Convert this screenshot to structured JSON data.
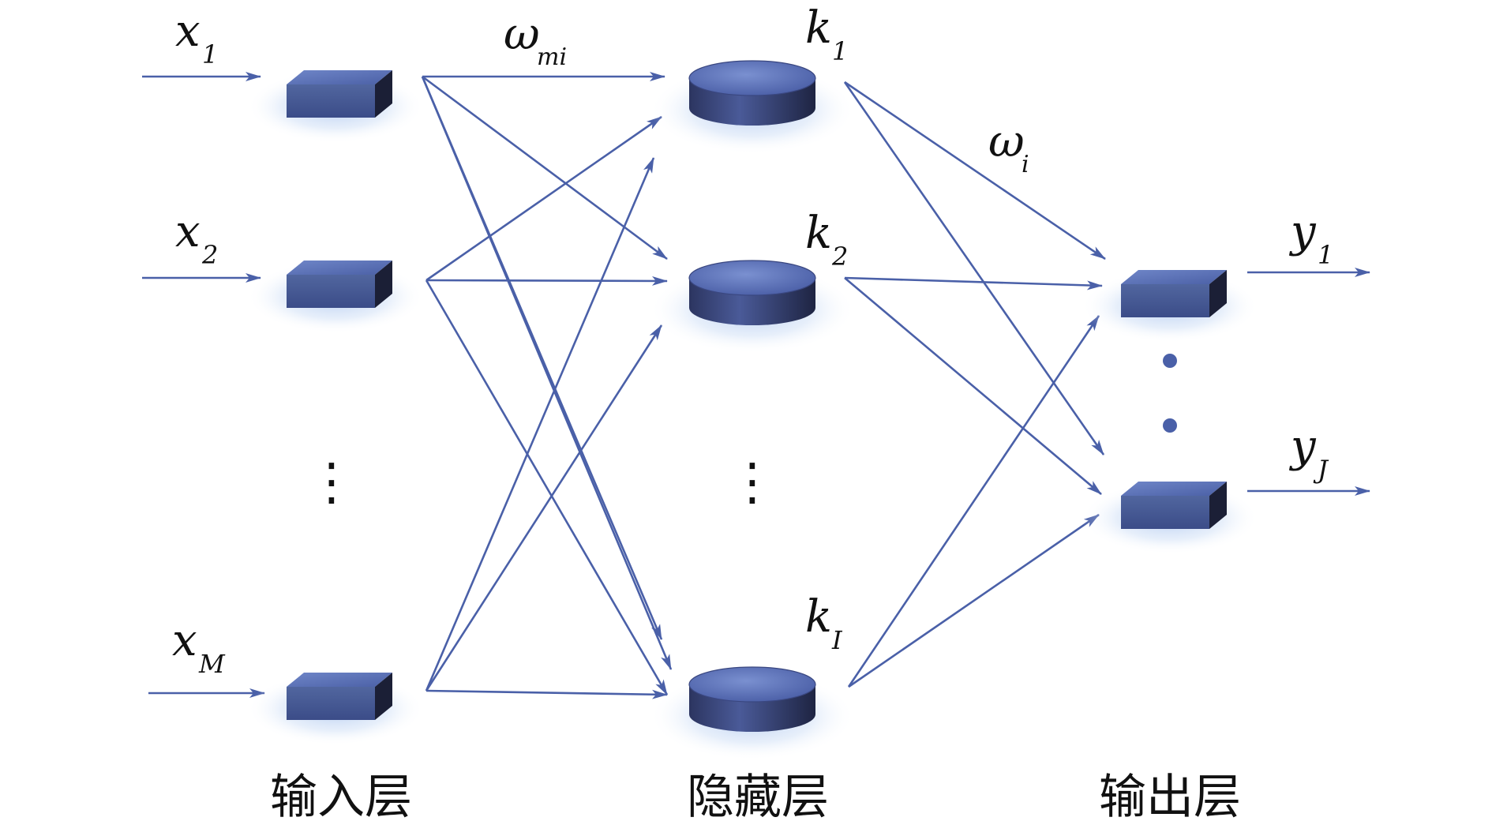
{
  "inputs": [
    {
      "var": "x",
      "sub": "1"
    },
    {
      "var": "x",
      "sub": "2"
    },
    {
      "var": "x",
      "sub": "M"
    }
  ],
  "hidden": [
    {
      "var": "k",
      "sub": "1"
    },
    {
      "var": "k",
      "sub": "2"
    },
    {
      "var": "k",
      "sub": "I"
    }
  ],
  "outputs": [
    {
      "var": "y",
      "sub": "1"
    },
    {
      "var": "y",
      "sub": "J"
    }
  ],
  "weights": {
    "input_hidden": {
      "var": "ω",
      "sub": "mi"
    },
    "hidden_output": {
      "var": "ω",
      "sub": "i"
    }
  },
  "layer_labels": {
    "input": "输入层",
    "hidden": "隐藏层",
    "output": "输出层"
  },
  "ellipsis": {
    "input": "⋮",
    "hidden": "⋮"
  },
  "colors": {
    "node_face": "#4e64a8",
    "node_side": "#1b1f36",
    "edge": "#4a60a8"
  }
}
